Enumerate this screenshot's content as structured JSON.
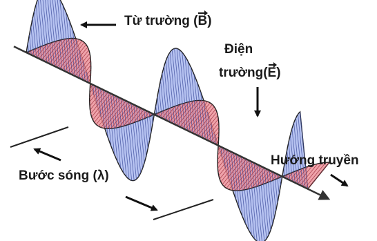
{
  "labels": {
    "magnetic_field": {
      "text": "Từ trường",
      "open": "(",
      "symbol": "B",
      "close": ")"
    },
    "electric_field_line1": "Điện",
    "electric_field_line2": {
      "text": "trường",
      "open": "(",
      "symbol": "E",
      "close": ")"
    },
    "direction": "Hướng truyền",
    "wavelength": "Bước sóng (λ)"
  },
  "colors": {
    "magnetic_wave": "#aab8ee",
    "electric_wave": "#eb8c95",
    "overlap": "#8a5aa8",
    "axis": "#333333",
    "outline": "#222222",
    "text": "#1a1a1a"
  }
}
